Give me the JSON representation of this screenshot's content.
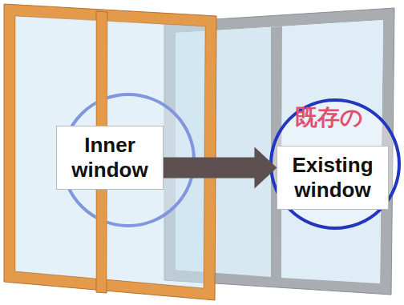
{
  "diagram": {
    "nodes": [
      {
        "text": [
          "Inner window"
        ]
      },
      {
        "text": [
          "Existing window"
        ]
      }
    ],
    "edges": [
      {
        "from": 0,
        "to": 1,
        "arrow": "to"
      }
    ],
    "labels": [
      "既存の"
    ]
  }
}
